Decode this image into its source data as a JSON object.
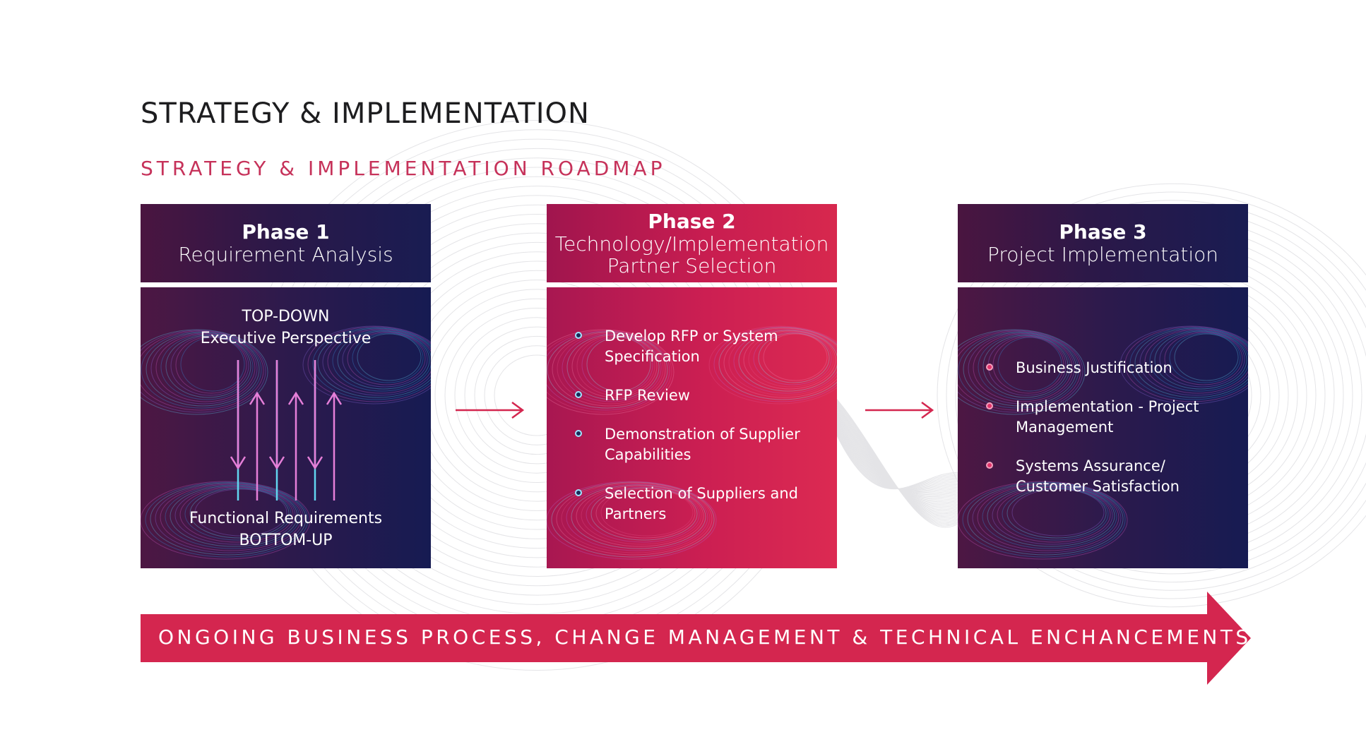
{
  "title": "STRATEGY & IMPLEMENTATION",
  "subtitle": "STRATEGY & IMPLEMENTATION ROADMAP",
  "phases": [
    {
      "title": "Phase 1",
      "subtitle": "Requirement Analysis",
      "top_text_1": "TOP-DOWN",
      "top_text_2": "Executive Perspective",
      "bottom_text_1": "Functional Requirements",
      "bottom_text_2": "BOTTOM-UP"
    },
    {
      "title": "Phase 2",
      "subtitle_1": "Technology/Implementation",
      "subtitle_2": "Partner Selection",
      "items": [
        "Develop RFP or System Specification",
        "RFP Review",
        "Demonstration of Supplier Capabilities",
        "Selection of Suppliers and Partners"
      ]
    },
    {
      "title": "Phase 3",
      "subtitle": "Project Implementation",
      "items": [
        "Business Justification",
        "Implementation - Project Management",
        "Systems Assurance/ Customer Satisfaction"
      ]
    }
  ],
  "ongoing_banner": "ONGOING BUSINESS PROCESS, CHANGE MANAGEMENT & TECHNICAL ENCHANCEMENTS",
  "colors": {
    "accent_red": "#d4264f",
    "dark_navy": "#191c52",
    "dark_plum": "#4a1540",
    "arrow_cyan": "#62d6f0",
    "arrow_pink": "#e67fd9"
  },
  "icons": {
    "connector": "right-arrow-icon",
    "banner": "block-arrow-icon",
    "bullet_phase2": "circle-outline-bullet-icon",
    "bullet_phase3": "circle-filled-bullet-icon"
  }
}
